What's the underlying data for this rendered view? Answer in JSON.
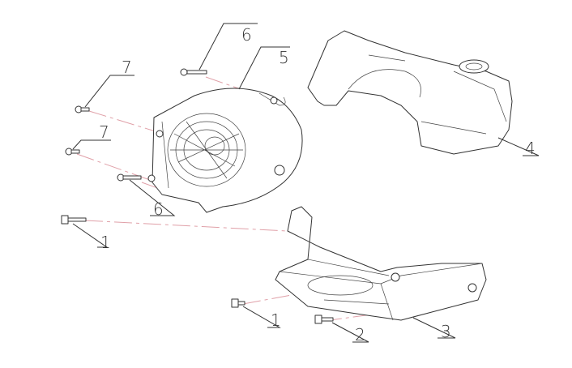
{
  "diagram": {
    "callouts": [
      {
        "id": "c6a",
        "label": "6",
        "part": "bolt"
      },
      {
        "id": "c5",
        "label": "5",
        "part": "fan-cover"
      },
      {
        "id": "c7a",
        "label": "7",
        "part": "screw"
      },
      {
        "id": "c7b",
        "label": "7",
        "part": "screw"
      },
      {
        "id": "c6b",
        "label": "6",
        "part": "bolt"
      },
      {
        "id": "c1a",
        "label": "1",
        "part": "bolt"
      },
      {
        "id": "c4",
        "label": "4",
        "part": "upper-shroud"
      },
      {
        "id": "c1b",
        "label": "1",
        "part": "bolt"
      },
      {
        "id": "c2",
        "label": "2",
        "part": "bolt"
      },
      {
        "id": "c3",
        "label": "3",
        "part": "lower-shroud"
      }
    ],
    "colors": {
      "line": "#333333",
      "axis": "#e0a0a8"
    }
  }
}
